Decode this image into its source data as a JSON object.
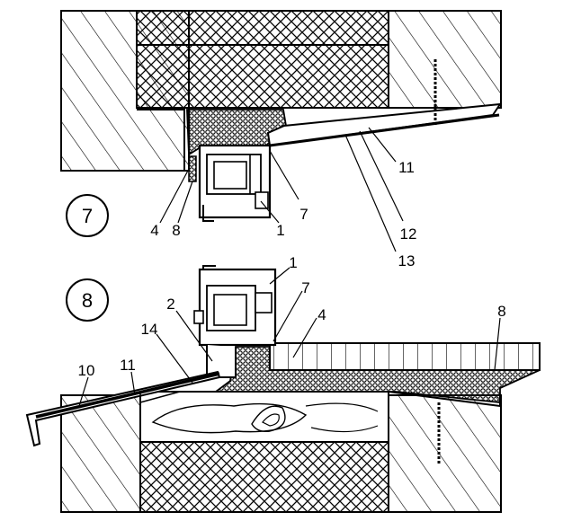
{
  "detail_7": {
    "number": "7",
    "callouts": [
      "4",
      "8",
      "1",
      "7",
      "11",
      "12",
      "13"
    ]
  },
  "detail_8": {
    "number": "8",
    "callouts": [
      "1",
      "7",
      "4",
      "8",
      "2",
      "14",
      "10",
      "11"
    ]
  },
  "colors": {
    "ink": "#000000",
    "paper": "#ffffff"
  }
}
